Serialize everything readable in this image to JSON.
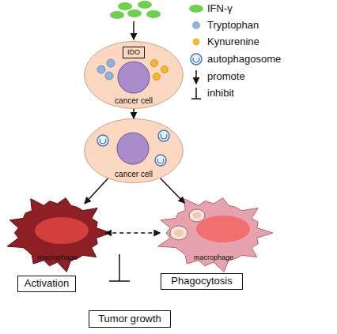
{
  "diagram": {
    "nodes": [
      {
        "text": [
          "cancer cell"
        ]
      },
      {
        "text": [
          "IDO"
        ],
        "in": 0
      },
      {
        "text": [
          "cancer cell"
        ]
      },
      {
        "text": [
          "macrophage"
        ]
      },
      {
        "text": [
          "macrophage"
        ]
      },
      {
        "text": [
          "Activation"
        ]
      },
      {
        "text": [
          "Phagocytosis"
        ]
      },
      {
        "text": [
          "Tumor growth"
        ]
      }
    ],
    "edges": [
      {
        "from": 0,
        "to": 2,
        "arrow": "to"
      },
      {
        "from": 2,
        "to": 3,
        "arrow": "to"
      },
      {
        "from": 2,
        "to": 4,
        "arrow": "to"
      },
      {
        "from": 3,
        "to": 4,
        "arrow": "both"
      }
    ],
    "legend": [
      {
        "text": "IFN-γ",
        "color": "#6fd04e"
      },
      {
        "text": "Tryptophan",
        "color": "#8fb3e0"
      },
      {
        "text": "Kynurenine",
        "color": "#f4b731"
      },
      {
        "text": "autophagosome"
      },
      {
        "text": "promote"
      },
      {
        "text": "inhibit"
      }
    ]
  }
}
